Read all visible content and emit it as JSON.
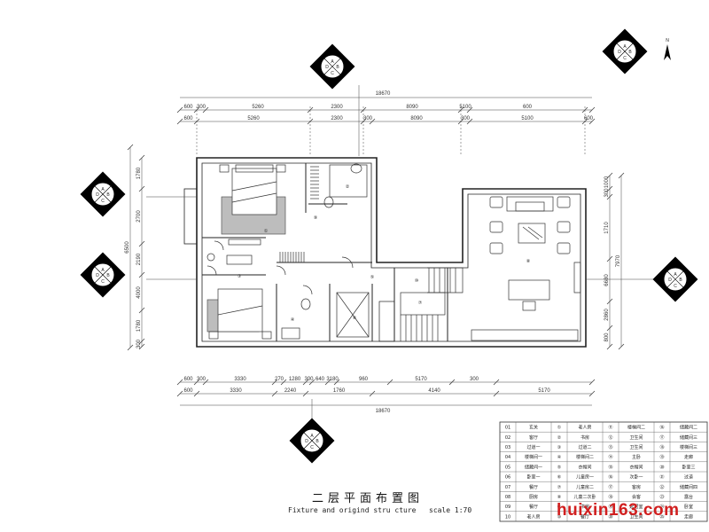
{
  "title": "二层平面布置图",
  "subtitle": "Fixture and origind stru cture",
  "scale": "scale 1:70",
  "watermark": "huixin163.com",
  "dimensions": {
    "top_total": "18670",
    "top_row1": [
      "600",
      "300",
      "5260",
      "2300",
      "8090",
      "5100",
      "600"
    ],
    "top_row2": [
      "600",
      "5260",
      "2300",
      "300",
      "8090",
      "300",
      "5100",
      "600"
    ],
    "bottom_total": "18670",
    "bottom_row1": [
      "600",
      "300",
      "3330",
      "270",
      "1280",
      "300",
      "640",
      "3180",
      "960",
      "5170",
      "300"
    ],
    "bottom_row2": [
      "600",
      "3330",
      "2240",
      "1760",
      "4140",
      "5170",
      "600"
    ],
    "left_outer": "6500",
    "left_segments": [
      "1780",
      "2700",
      "2190",
      "4000",
      "1780",
      "300",
      "600"
    ],
    "right_outer": "7970",
    "right_segments": [
      "1000",
      "300",
      "1710",
      "6680",
      "2860",
      "800",
      "600"
    ]
  },
  "room_labels": [
    "①",
    "②",
    "③",
    "④",
    "⑤",
    "⑥",
    "⑦",
    "⑧",
    "⑨",
    "⑩"
  ],
  "legend": [
    [
      "01",
      "玄关",
      "①",
      "老人房",
      "⑪",
      "楼梯间二",
      "⑯",
      "储藏间二"
    ],
    [
      "02",
      "客厅",
      "②",
      "书房",
      "⑫",
      "卫生间",
      "⑰",
      "储藏间三"
    ],
    [
      "03",
      "过道一",
      "③",
      "过道二",
      "⑬",
      "卫生间",
      "⑱",
      "楼梯间三"
    ],
    [
      "04",
      "楼梯间一",
      "④",
      "楼梯间二",
      "⑭",
      "主卧",
      "⑲",
      "走廊"
    ],
    [
      "05",
      "储藏间一",
      "⑤",
      "衣帽间",
      "⑮",
      "衣帽间",
      "⑳",
      "卧室三"
    ],
    [
      "06",
      "卧室一",
      "⑥",
      "儿童房一",
      "⑯",
      "次卧一",
      "㉑",
      "过道"
    ],
    [
      "07",
      "餐厅",
      "⑦",
      "儿童房二",
      "⑰",
      "客房",
      "㉒",
      "储藏间四"
    ],
    [
      "08",
      "厨房",
      "⑧",
      "儿童二次卧",
      "⑱",
      "会客",
      "㉓",
      "露台"
    ],
    [
      "09",
      "餐厅",
      "⑨",
      "书房",
      "⑲",
      "起居室",
      "㉔",
      "卧室"
    ],
    [
      "10",
      "老人房",
      "⑩",
      "餐厅",
      "⑳",
      "卫生间",
      "㉕",
      "走廊"
    ]
  ],
  "compass_letters": [
    "A",
    "B",
    "C",
    "D"
  ],
  "north_label": "N"
}
